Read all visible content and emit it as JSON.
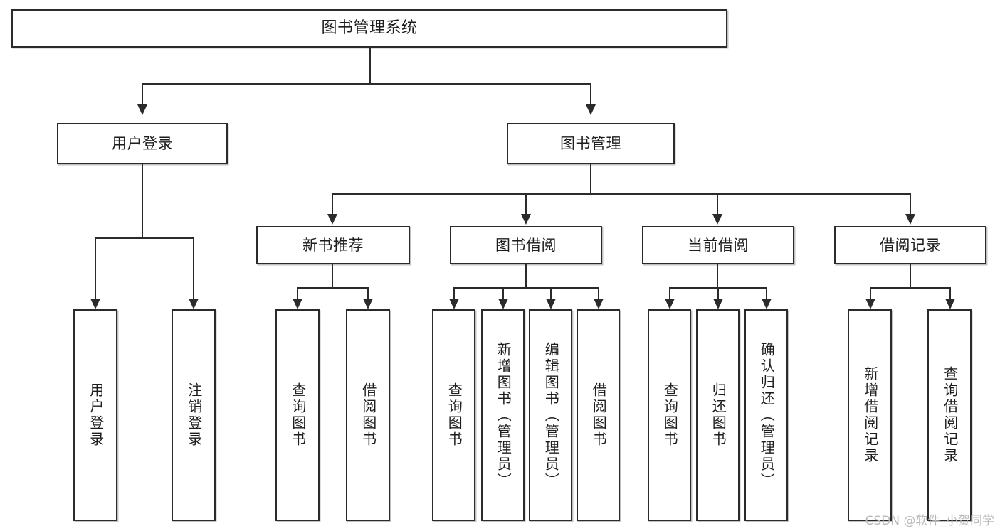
{
  "diagram": {
    "type": "tree",
    "title": "图书管理系统",
    "root": {
      "label": "图书管理系统"
    },
    "level2": [
      {
        "label": "用户登录"
      },
      {
        "label": "图书管理"
      }
    ],
    "level3": [
      {
        "label": "新书推荐"
      },
      {
        "label": "图书借阅"
      },
      {
        "label": "当前借阅"
      },
      {
        "label": "借阅记录"
      }
    ],
    "leaves": {
      "user_login": [
        {
          "label": "用户登录"
        },
        {
          "label": "注销登录"
        }
      ],
      "new_book_recommend": [
        {
          "label": "查询图书"
        },
        {
          "label": "借阅图书"
        }
      ],
      "book_borrow": [
        {
          "label": "查询图书"
        },
        {
          "label": "新增图书（管理员）"
        },
        {
          "label": "编辑图书（管理员）"
        },
        {
          "label": "借阅图书"
        }
      ],
      "current_borrow": [
        {
          "label": "查询图书"
        },
        {
          "label": "归还图书"
        },
        {
          "label": "确认归还（管理员）"
        }
      ],
      "borrow_record": [
        {
          "label": "新增借阅记录"
        },
        {
          "label": "查询借阅记录"
        }
      ]
    }
  },
  "watermark": {
    "text": "CSDN @软件_小贺同学"
  },
  "colors": {
    "stroke": "#2b2b2b",
    "background": "#ffffff",
    "text": "#1d1d1d",
    "watermark": "#b9b9b9"
  }
}
